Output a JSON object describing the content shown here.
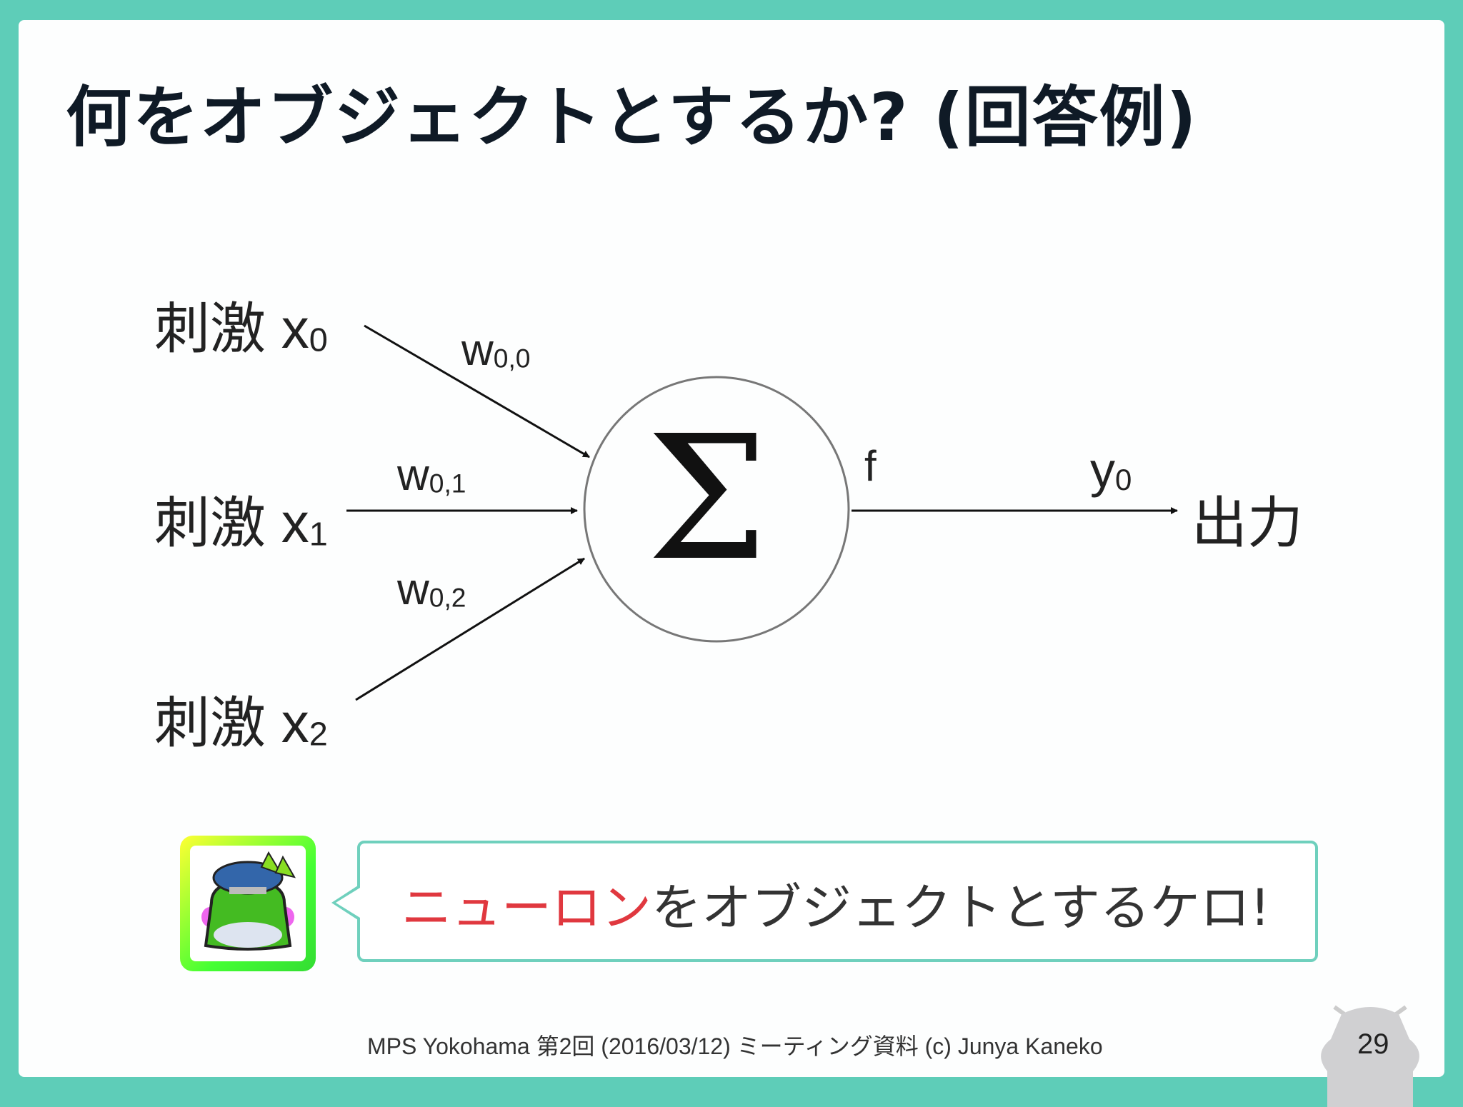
{
  "slide": {
    "title": "何をオブジェクトとするか? (回答例)",
    "diagram": {
      "inputs": [
        {
          "label": "刺激",
          "var": "x",
          "sub": "0"
        },
        {
          "label": "刺激",
          "var": "x",
          "sub": "1"
        },
        {
          "label": "刺激",
          "var": "x",
          "sub": "2"
        }
      ],
      "weights": [
        {
          "var": "w",
          "sub": "0,0"
        },
        {
          "var": "w",
          "sub": "0,1"
        },
        {
          "var": "w",
          "sub": "0,2"
        }
      ],
      "node_symbol": "Σ",
      "activation_label": "f",
      "output_var": {
        "var": "y",
        "sub": "0"
      },
      "output_label": "出力"
    },
    "callout": {
      "highlight": "ニューロン",
      "rest": "をオブジェクトとするケロ!",
      "highlight_color": "#e0383f",
      "avatar_icon": "frog-mascot-icon"
    },
    "footer": "MPS Yokohama  第2回 (2016/03/12) ミーティング資料 (c) Junya Kaneko",
    "page_number": "29",
    "colors": {
      "frame": "#5ecdb8",
      "bubble_border": "#6fd0bd"
    }
  }
}
